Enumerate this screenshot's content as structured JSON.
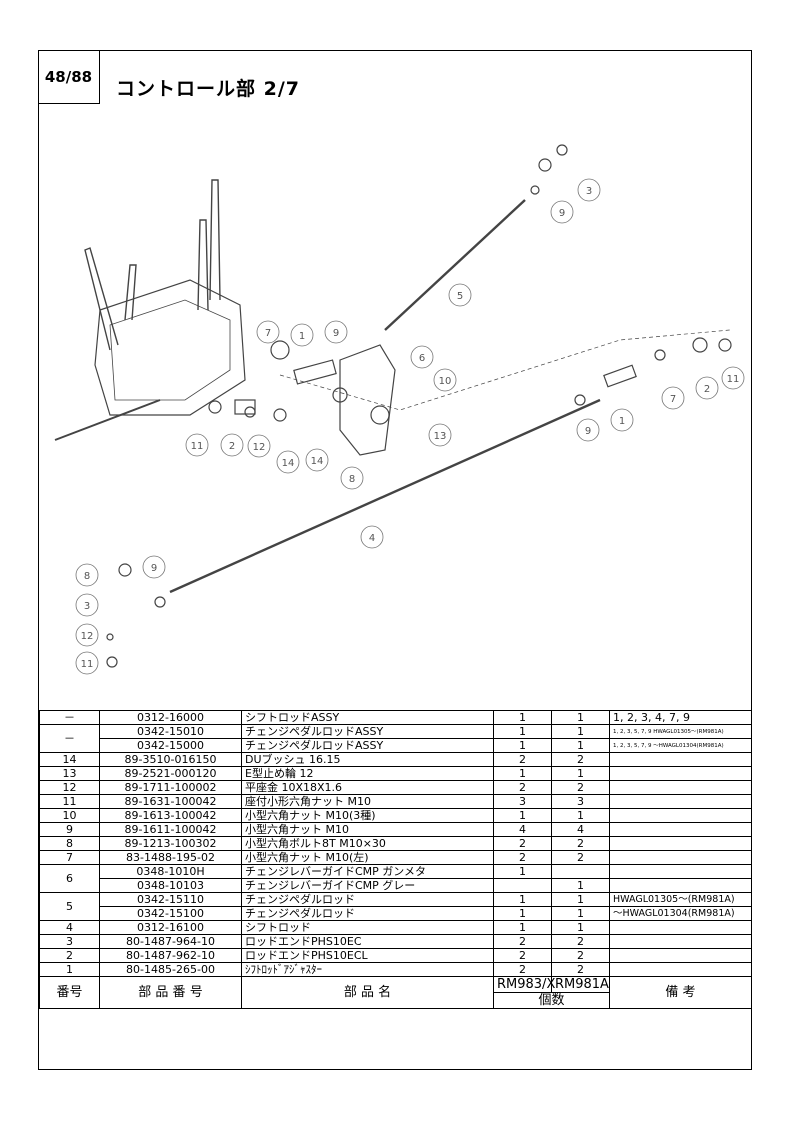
{
  "page": {
    "number": "48/88",
    "title": "コントロール部 2/7"
  },
  "table": {
    "headers": {
      "no": "番号",
      "part_no": "部 品 番 号",
      "name": "部 品 名",
      "qty_col1": "RM983/X",
      "qty_col2": "RM981A",
      "qty_label": "個数",
      "remarks": "備 考"
    },
    "rows": [
      {
        "no": "－",
        "part_no": "0312-16000",
        "name": "シフトロッドASSY",
        "q1": "1",
        "q2": "1",
        "remarks": "1, 2, 3, 4, 7, 9"
      },
      {
        "no": "－",
        "part_no": "0342-15010",
        "name": "チェンジペダルロッドASSY",
        "q1": "1",
        "q2": "1",
        "remarks": "1, 2, 3, 5, 7, 9 HWAGL01305～(RM981A)"
      },
      {
        "no": "",
        "part_no": "0342-15000",
        "name": "チェンジペダルロッドASSY",
        "q1": "1",
        "q2": "1",
        "remarks": "1, 2, 3, 5, 7, 9 ～HWAGL01304(RM981A)"
      },
      {
        "no": "14",
        "part_no": "89-3510-016150",
        "name": "DUブッシュ 16.15",
        "q1": "2",
        "q2": "2",
        "remarks": ""
      },
      {
        "no": "13",
        "part_no": "89-2521-000120",
        "name": "E型止め輪 12",
        "q1": "1",
        "q2": "1",
        "remarks": ""
      },
      {
        "no": "12",
        "part_no": "89-1711-100002",
        "name": "平座金 10X18X1.6",
        "q1": "2",
        "q2": "2",
        "remarks": ""
      },
      {
        "no": "11",
        "part_no": "89-1631-100042",
        "name": "座付小形六角ナット M10",
        "q1": "3",
        "q2": "3",
        "remarks": ""
      },
      {
        "no": "10",
        "part_no": "89-1613-100042",
        "name": "小型六角ナット M10(3種)",
        "q1": "1",
        "q2": "1",
        "remarks": ""
      },
      {
        "no": "9",
        "part_no": "89-1611-100042",
        "name": "小型六角ナット M10",
        "q1": "4",
        "q2": "4",
        "remarks": ""
      },
      {
        "no": "8",
        "part_no": "89-1213-100302",
        "name": "小型六角ボルト8T M10×30",
        "q1": "2",
        "q2": "2",
        "remarks": ""
      },
      {
        "no": "7",
        "part_no": "83-1488-195-02",
        "name": "小型六角ナット M10(左)",
        "q1": "2",
        "q2": "2",
        "remarks": ""
      },
      {
        "no": "6",
        "part_no": "0348-1010H",
        "name": "チェンジレバーガイドCMP ガンメタ",
        "q1": "1",
        "q2": "",
        "remarks": ""
      },
      {
        "no": "",
        "part_no": "0348-10103",
        "name": "チェンジレバーガイドCMP グレー",
        "q1": "",
        "q2": "1",
        "remarks": ""
      },
      {
        "no": "5",
        "part_no": "0342-15110",
        "name": "チェンジペダルロッド",
        "q1": "1",
        "q2": "1",
        "remarks": "HWAGL01305～(RM981A)"
      },
      {
        "no": "",
        "part_no": "0342-15100",
        "name": "チェンジペダルロッド",
        "q1": "1",
        "q2": "1",
        "remarks": "～HWAGL01304(RM981A)"
      },
      {
        "no": "4",
        "part_no": "0312-16100",
        "name": "シフトロッド",
        "q1": "1",
        "q2": "1",
        "remarks": ""
      },
      {
        "no": "3",
        "part_no": "80-1487-964-10",
        "name": "ロッドエンドPHS10EC",
        "q1": "2",
        "q2": "2",
        "remarks": ""
      },
      {
        "no": "2",
        "part_no": "80-1487-962-10",
        "name": "ロッドエンドPHS10ECL",
        "q1": "2",
        "q2": "2",
        "remarks": ""
      },
      {
        "no": "1",
        "part_no": "80-1485-265-00",
        "name": "ｼﾌﾄﾛｯﾄﾞｱｼﾞｬｽﾀｰ",
        "q1": "2",
        "q2": "2",
        "remarks": ""
      }
    ]
  },
  "diagram": {
    "callouts": [
      "1",
      "1",
      "2",
      "2",
      "3",
      "3",
      "4",
      "5",
      "6",
      "7",
      "7",
      "8",
      "8",
      "9",
      "9",
      "9",
      "9",
      "10",
      "11",
      "11",
      "11",
      "12",
      "12",
      "13",
      "14",
      "14"
    ]
  }
}
